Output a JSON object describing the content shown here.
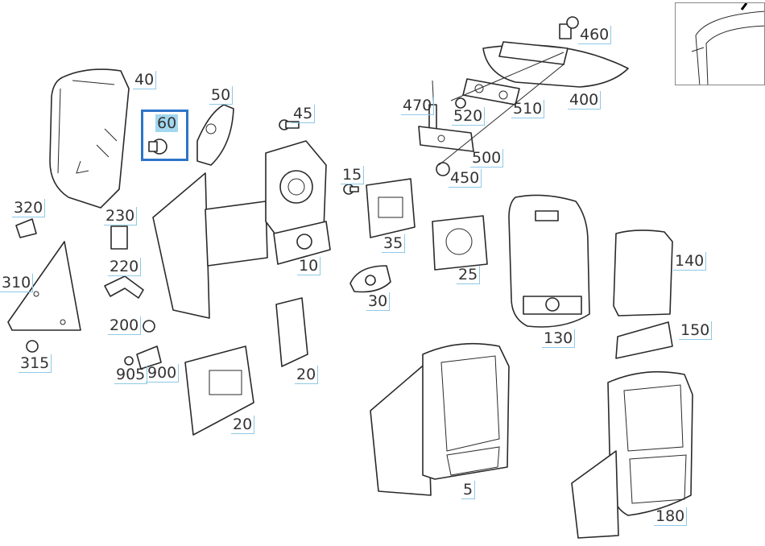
{
  "diagram": {
    "highlighted_part": "60",
    "highlight_color": "#2e74c8",
    "label_box_color": "#8ec9e6",
    "highlight_fill": "#a3d7ef"
  },
  "labels": {
    "p460": "460",
    "p40": "40",
    "p50": "50",
    "p60": "60",
    "p45": "45",
    "p470": "470",
    "p520": "520",
    "p510": "510",
    "p400": "400",
    "p500": "500",
    "p15": "15",
    "p450": "450",
    "p320": "320",
    "p230": "230",
    "p220": "220",
    "p310": "310",
    "p200": "200",
    "p315": "315",
    "p905": "905",
    "p900": "900",
    "p10": "10",
    "p35": "35",
    "p30": "30",
    "p25": "25",
    "p130": "130",
    "p140": "140",
    "p150": "150",
    "p20a": "20",
    "p20b": "20",
    "p5": "5",
    "p180": "180"
  }
}
